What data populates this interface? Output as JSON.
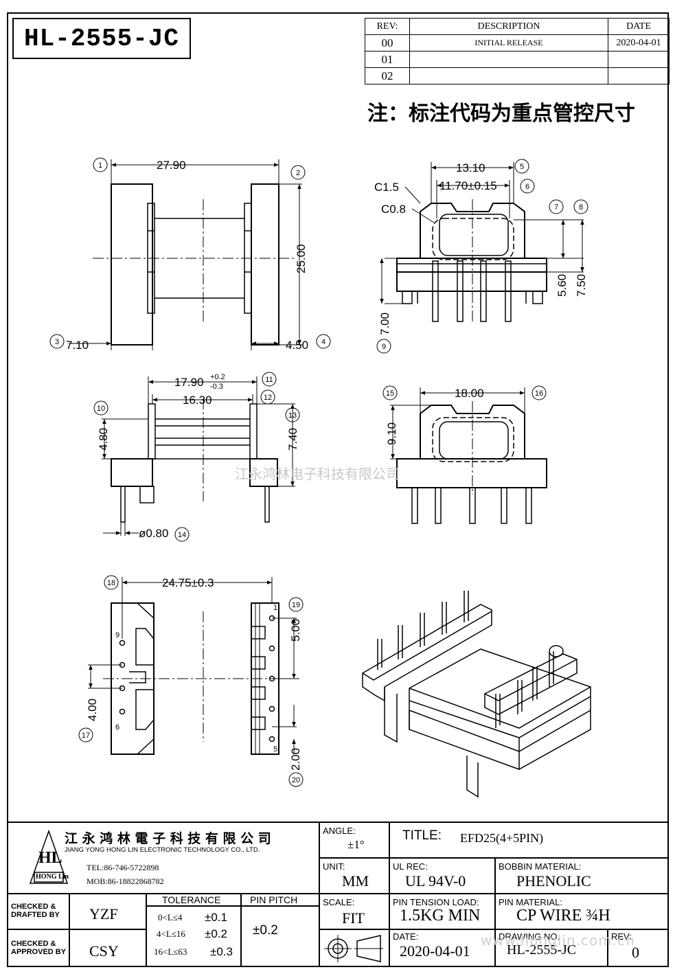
{
  "part_number": "HL-2555-JC",
  "revision_table": {
    "headers": [
      "REV:",
      "DESCRIPTION",
      "DATE"
    ],
    "rows": [
      {
        "rev": "00",
        "description": "INITIAL RELEASE",
        "date": "2020-04-01"
      },
      {
        "rev": "01",
        "description": "",
        "date": ""
      },
      {
        "rev": "02",
        "description": "",
        "date": ""
      }
    ]
  },
  "note": "注：标注代码为重点管控尺寸",
  "dimensions": {
    "d1": "27.90",
    "d2": "25.00",
    "d3": "7.10",
    "d4": "4.50",
    "d5": "13.10",
    "d6": "11.70±0.15",
    "c15": "C1.5",
    "c08": "C0.8",
    "d7": "5.60",
    "d8": "7.50",
    "d9": "7.00",
    "d11": "17.90",
    "d11_tol_plus": "+0.2",
    "d11_tol_minus": "-0.3",
    "d12": "16.30",
    "d10": "4.80",
    "d13": "7.40",
    "d14": "ø0.80",
    "d15_16": "18.00",
    "d15v": "9.10",
    "d18": "24.75±0.3",
    "d19": "5.00",
    "d17": "4.00",
    "d20": "2.00"
  },
  "callouts": [
    "1",
    "2",
    "3",
    "4",
    "5",
    "6",
    "7",
    "8",
    "9",
    "10",
    "11",
    "12",
    "13",
    "14",
    "15",
    "16",
    "17",
    "18",
    "19",
    "20"
  ],
  "pin_labels": {
    "p9": "9",
    "p6": "6",
    "p1": "1",
    "p5": "5"
  },
  "watermark": "江永鸿林电子科技有限公司",
  "url_watermark": "www.honglin.com.cn",
  "company": {
    "name_cn": "江 永 鸿 林 電 子 科 技 有 限 公 司",
    "name_en": "JIANG YONG HONG LIN ELECTRONIC TECHNOLOGY CO., LTD.",
    "tel": "TEL:86-746-5722898",
    "mob": "MOB:86-18822868782",
    "logo_text": "HL",
    "logo_sub": "HONG Lin"
  },
  "title_block": {
    "angle_label": "ANGLE:",
    "angle_value": "±1°",
    "title_label": "TITLE:",
    "title_value": "EFD25(4+5PIN)",
    "unit_label": "UNIT:",
    "unit_value": "MM",
    "ul_label": "UL REC:",
    "ul_value": "UL 94V-0",
    "bobbin_label": "BOBBIN MATERIAL:",
    "bobbin_value": "PHENOLIC",
    "scale_label": "SCALE:",
    "scale_value": "FIT",
    "tension_label": "PIN TENSION LOAD:",
    "tension_value": "1.5KG MIN",
    "pin_mat_label": "PIN MATERIAL:",
    "pin_mat_value": "CP WIRE ¾H",
    "date_label": "DATE:",
    "date_value": "2020-04-01",
    "drawing_label": "DRAWING NO.",
    "drawing_value": "HL-2555-JC",
    "rev_label": "REV:",
    "rev_value": "0",
    "checked_drafted_label": "CHECKED & DRAFTED BY",
    "checked_drafted_value": "YZF",
    "checked_approved_label": "CHECKED & APPROVED BY",
    "checked_approved_value": "CSY",
    "tolerance_label": "TOLERANCE",
    "tolerance_rows": [
      {
        "range": "0<L≤4",
        "tol": "±0.1"
      },
      {
        "range": "4<L≤16",
        "tol": "±0.2"
      },
      {
        "range": "16<L≤63",
        "tol": "±0.3"
      }
    ],
    "pin_pitch_label": "PIN PITCH",
    "pin_pitch_value": "±0.2"
  }
}
